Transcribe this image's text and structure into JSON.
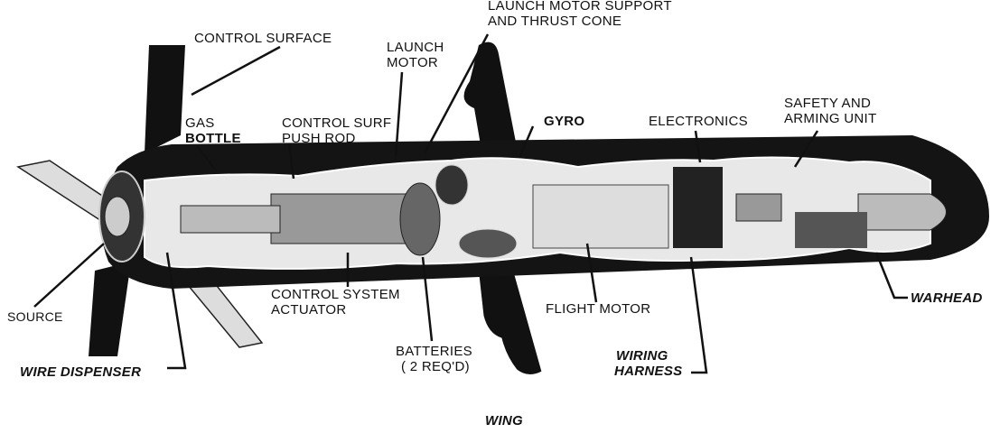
{
  "title": "Missile cutaway diagram",
  "labels": {
    "control_surface": "CONTROL SURFACE",
    "launch_motor_support": [
      "LAUNCH MOTOR SUPPORT",
      "AND THRUST CONE"
    ],
    "launch_motor": [
      "LAUNCH",
      "MOTOR"
    ],
    "gas_bottle": [
      "GAS",
      "BOTTLE"
    ],
    "control_surf_push_rod": [
      "CONTROL SURF",
      "PUSH ROD"
    ],
    "gyro": "GYRO",
    "electronics": "ELECTRONICS",
    "safety_arming": [
      "SAFETY AND",
      "ARMING UNIT"
    ],
    "source": "SOURCE",
    "control_system_actuator": [
      "CONTROL SYSTEM",
      "ACTUATOR"
    ],
    "flight_motor": "FLIGHT MOTOR",
    "warhead": "WARHEAD",
    "batteries": [
      "BATTERIES",
      "( 2 REQ'D)"
    ],
    "wiring_harness": [
      "WIRING",
      "HARNESS"
    ],
    "wire_dispenser": "WIRE DISPENSER",
    "wing": "WING"
  }
}
